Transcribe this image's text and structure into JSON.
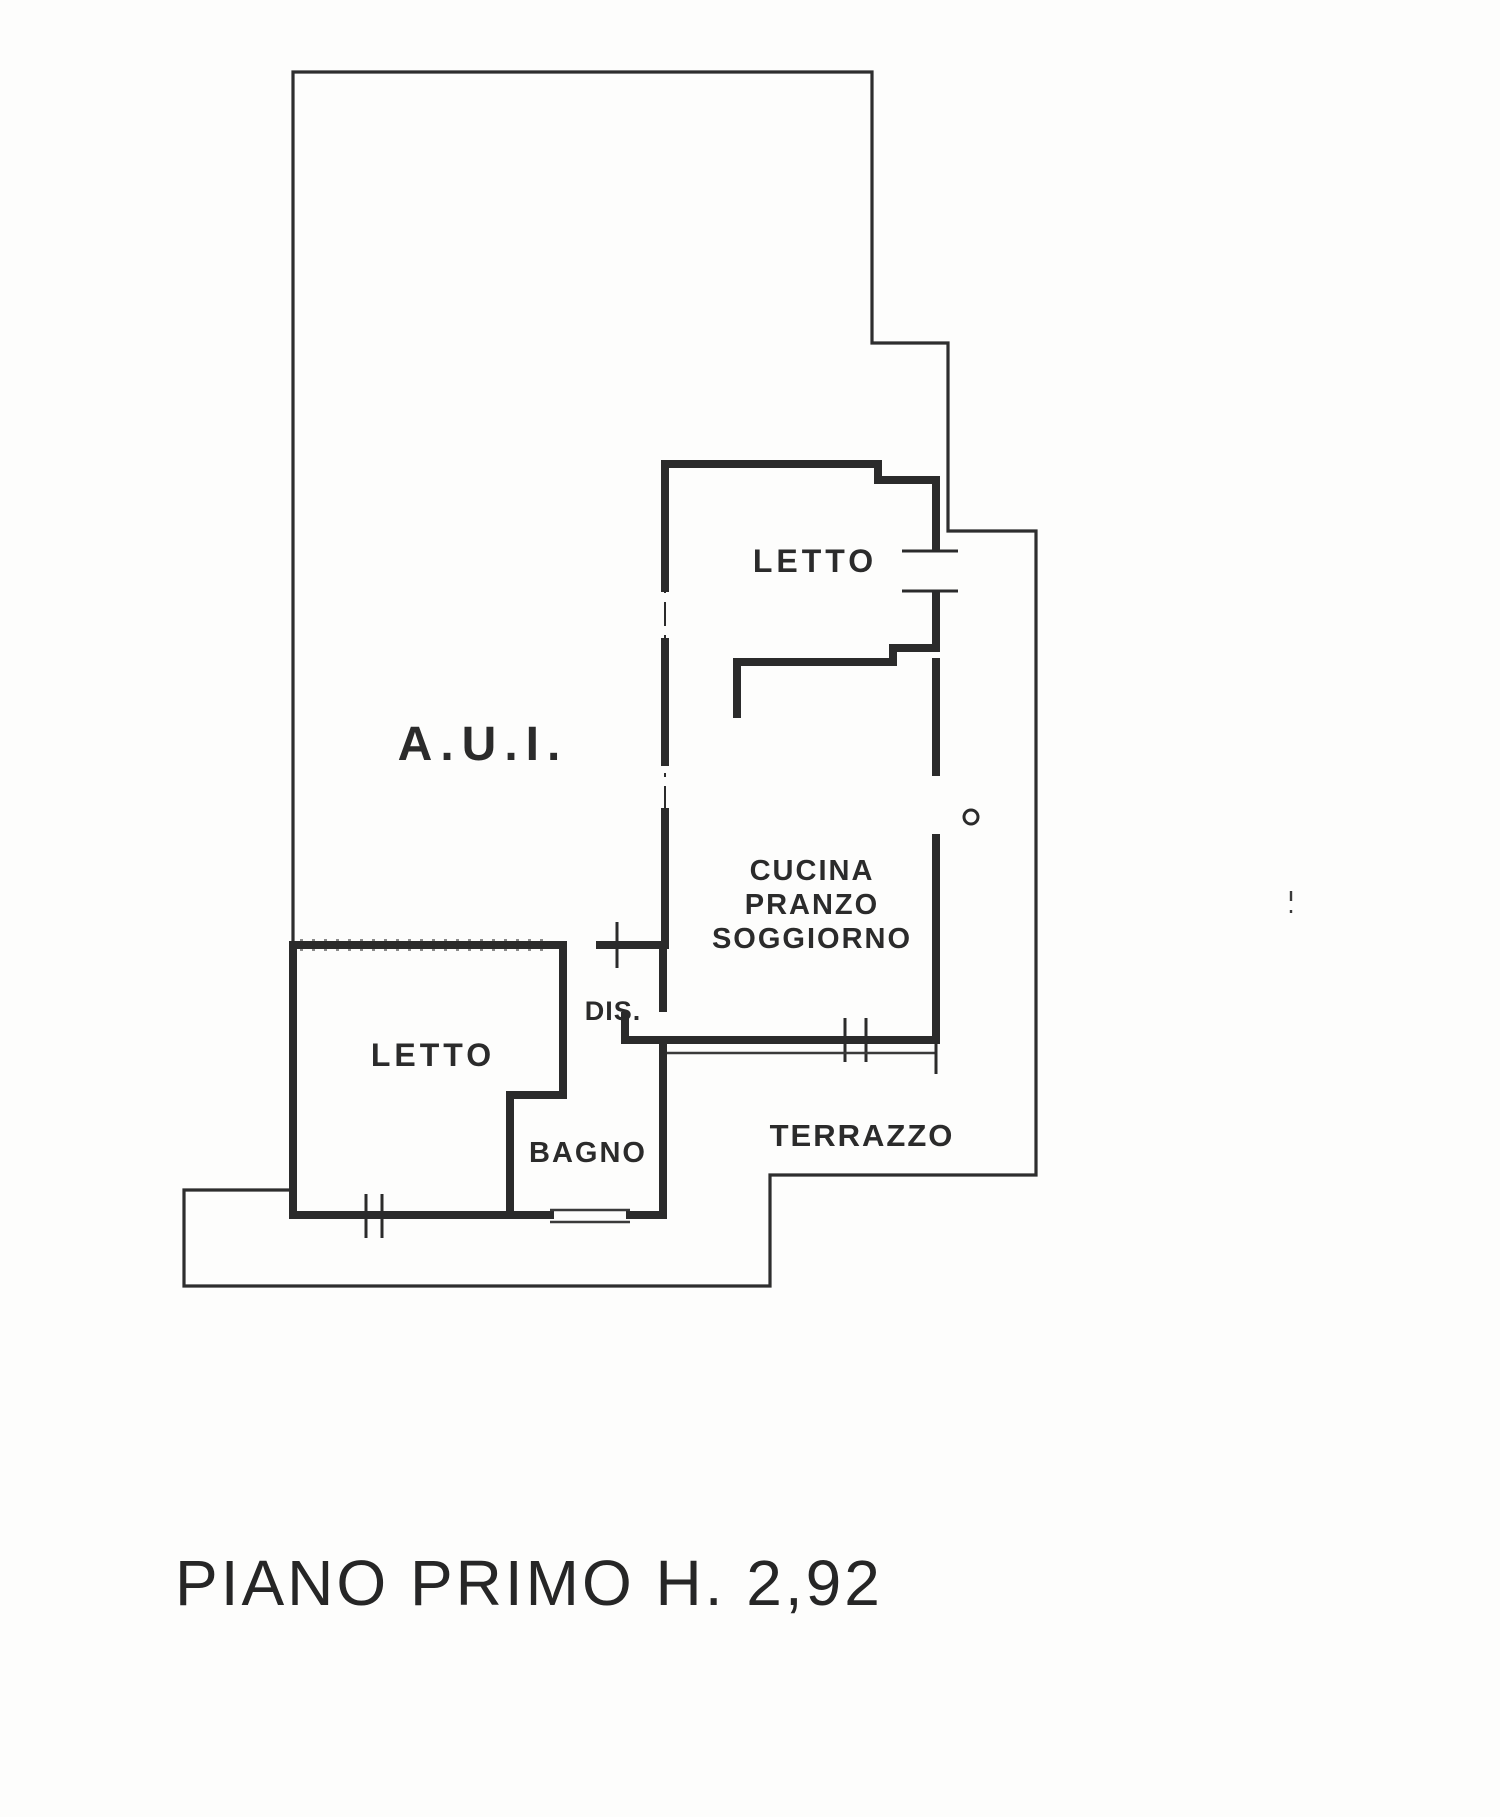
{
  "page": {
    "background": "#fdfdfc",
    "ink_color": "#2b2b2b"
  },
  "floor_plan": {
    "caption": "PIANO PRIMO H. 2,92",
    "rooms": {
      "aui": "A.U.I.",
      "letto_top": "LETTO",
      "cucina_line1": "CUCINA",
      "cucina_line2": "PRANZO",
      "cucina_line3": "SOGGIORNO",
      "dis": "DIS.",
      "letto_bottom": "LETTO",
      "bagno": "BAGNO",
      "terrazzo": "TERRAZZO"
    }
  }
}
